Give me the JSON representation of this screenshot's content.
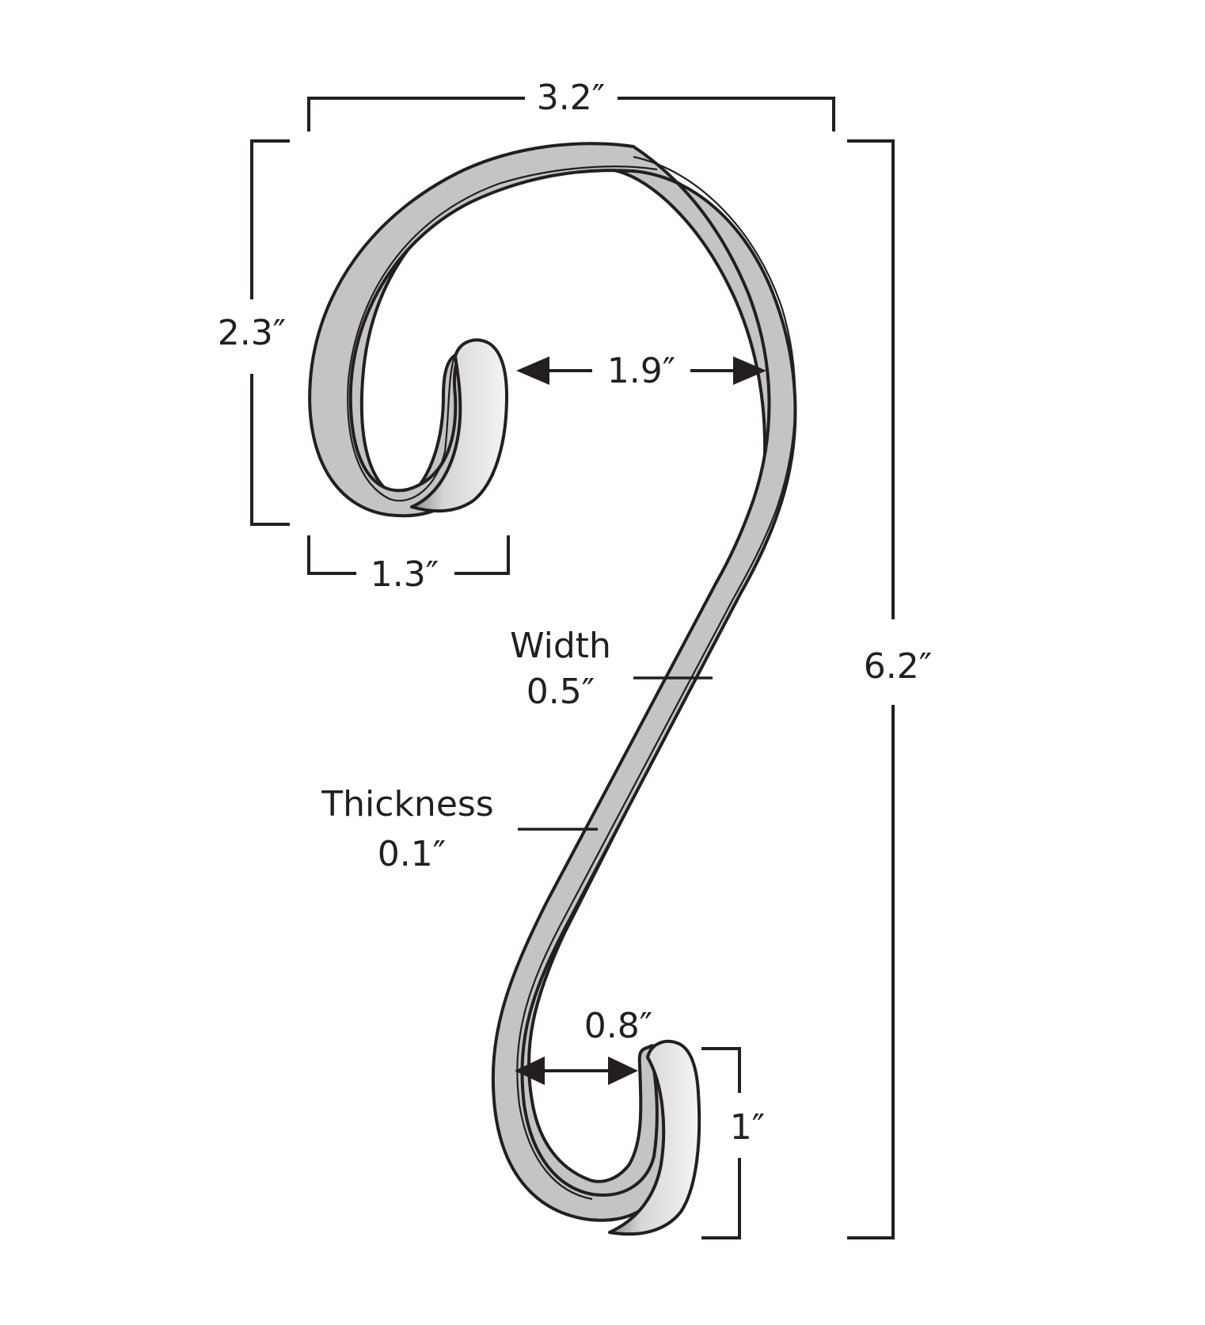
{
  "dimensions": {
    "overall_width": "3.2″",
    "overall_height": "6.2″",
    "top_scroll_height": "2.3″",
    "top_scroll_width": "1.3″",
    "top_opening": "1.9″",
    "bottom_opening": "0.8″",
    "bottom_hook_height": "1″"
  },
  "callouts": {
    "width_label": "Width",
    "width_value": "0.5″",
    "thickness_label": "Thickness",
    "thickness_value": "0.1″"
  },
  "colors": {
    "metal": "#c4c4c6",
    "metal_light": "#f2f2f3",
    "ink": "#231f20"
  }
}
